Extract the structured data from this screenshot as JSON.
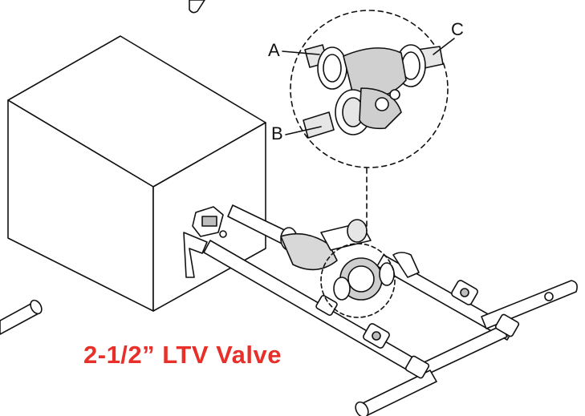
{
  "title": "2-1/2” LTV Valve",
  "callouts": [
    {
      "id": "A",
      "label": "A"
    },
    {
      "id": "B",
      "label": "B"
    },
    {
      "id": "C",
      "label": "C"
    }
  ],
  "colors": {
    "title": "#e8302a",
    "line": "#111111",
    "fill": "#ffffff",
    "valve_shade": "#bdbdbd"
  }
}
